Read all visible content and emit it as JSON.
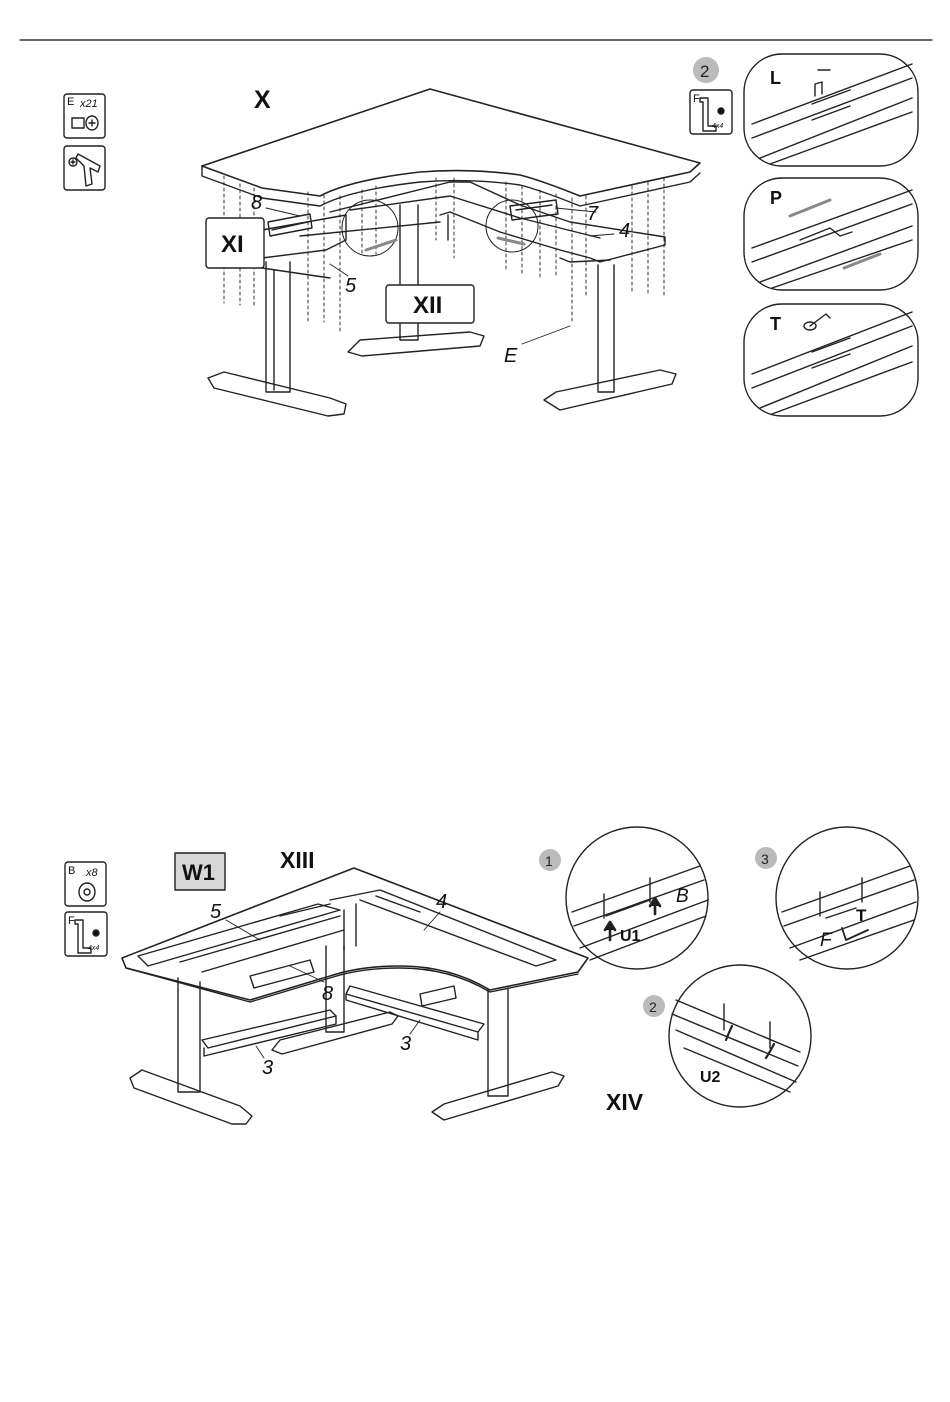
{
  "diagram_1": {
    "step_label": "X",
    "hardware": {
      "letter": "E",
      "count": "x21"
    },
    "callouts": {
      "xi": "XI",
      "xii": "XII",
      "p8": "8",
      "p5": "5",
      "p7": "7",
      "p4": "4",
      "pE": "E"
    },
    "detail": {
      "step": "2",
      "tool": {
        "letter": "F",
        "size": "4x4"
      },
      "panel_labels": [
        "L",
        "P",
        "T"
      ]
    }
  },
  "diagram_2": {
    "badge": "W1",
    "step_label": "XIII",
    "hardware": {
      "letter": "B",
      "count": "x8"
    },
    "tool": {
      "letter": "F",
      "size": "4x4"
    },
    "callouts": {
      "p5": "5",
      "p4": "4",
      "p8": "8",
      "p3a": "3",
      "p3b": "3"
    },
    "details": {
      "d1": {
        "step": "1",
        "labels": {
          "u1": "U1",
          "b": "B"
        }
      },
      "d2": {
        "step": "2",
        "labels": {
          "u2": "U2"
        }
      },
      "d3": {
        "step": "3",
        "labels": {
          "t": "T",
          "f": "F"
        }
      },
      "step_label": "XIV"
    }
  },
  "colors": {
    "line": "#222222",
    "badge_bg": "#d7d7d7",
    "circle_bg": "#bbbbbb",
    "arrow": "#888888"
  }
}
